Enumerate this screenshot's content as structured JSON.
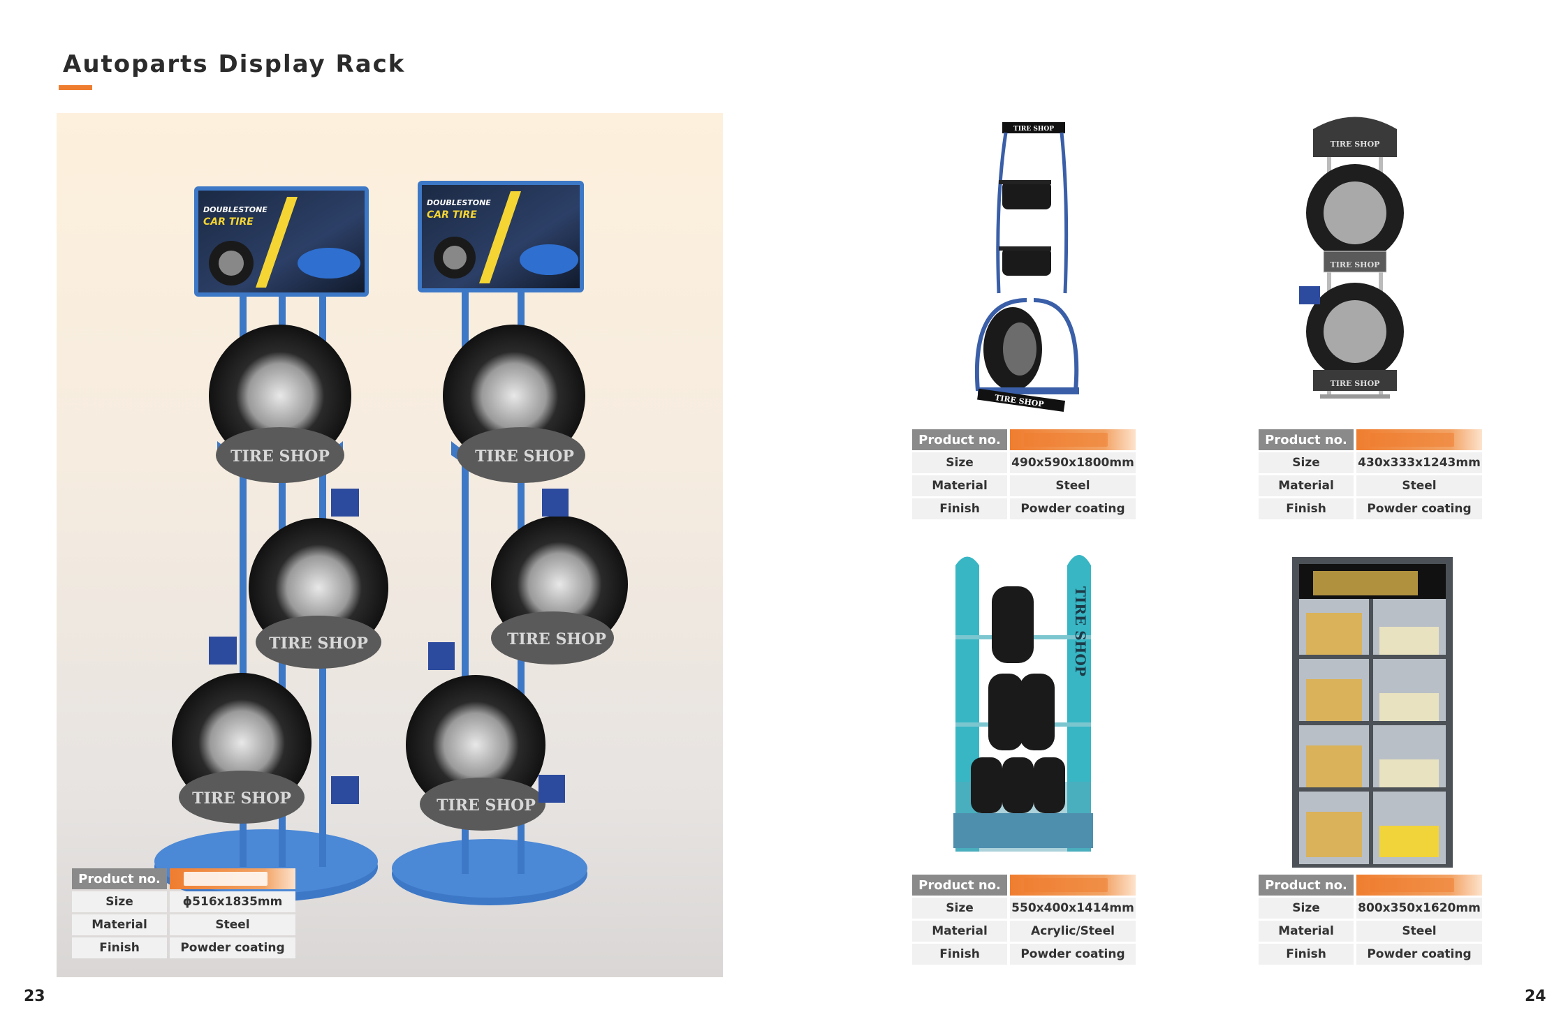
{
  "page_title": "Autoparts Display Rack",
  "brand_color": "#ef7d2f",
  "hero_signs": {
    "brand": "DOUBLESTONE",
    "product": "CAR TIRE"
  },
  "tire_shop_label": "TIRE SHOP",
  "labels": {
    "product_no": "Product no.",
    "size": "Size",
    "material": "Material",
    "finish": "Finish"
  },
  "products": [
    {
      "size": "ϕ516x1835mm",
      "material": "Steel",
      "finish": "Powder coating"
    },
    {
      "size": "490x590x1800mm",
      "material": "Steel",
      "finish": "Powder coating"
    },
    {
      "size": "430x333x1243mm",
      "material": "Steel",
      "finish": "Powder coating"
    },
    {
      "size": "550x400x1414mm",
      "material": "Acrylic/Steel",
      "finish": "Powder coating"
    },
    {
      "size": "800x350x1620mm",
      "material": "Steel",
      "finish": "Powder coating"
    }
  ],
  "page_numbers": {
    "left": "23",
    "right": "24"
  }
}
